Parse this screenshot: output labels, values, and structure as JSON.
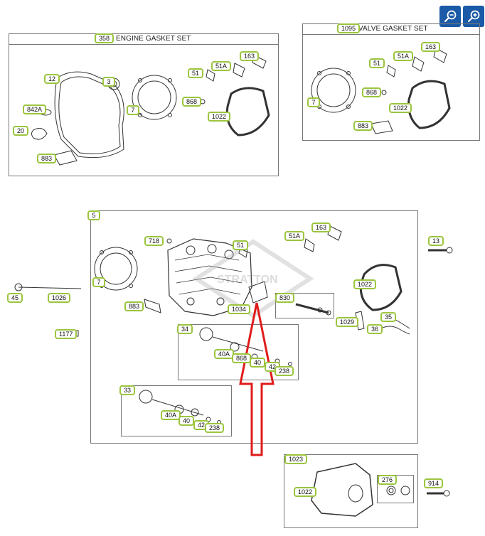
{
  "toolbar": {
    "zoom_out_icon": "zoom-out-icon",
    "zoom_in_icon": "zoom-in-icon",
    "accent_color": "#1a5aa6"
  },
  "diagram": {
    "badge_border_color": "#9bc53d",
    "arrow_color": "#e01b1b",
    "engine_gasket_set": {
      "number": "358",
      "title": "ENGINE GASKET SET"
    },
    "valve_gasket_set": {
      "number": "1095",
      "title": "VALVE GASKET SET"
    },
    "watermark": "STRATTON",
    "callouts": [
      "358",
      "12",
      "3",
      "842A",
      "20",
      "7",
      "868",
      "51",
      "51A",
      "163",
      "1022",
      "883",
      "1095",
      "163",
      "51",
      "51A",
      "868",
      "7",
      "1022",
      "883",
      "5",
      "718",
      "51",
      "51A",
      "163",
      "13",
      "7",
      "45",
      "1026",
      "883",
      "1034",
      "830",
      "1022",
      "1029",
      "35",
      "36",
      "1177",
      "34",
      "40A",
      "868",
      "40",
      "42",
      "238",
      "33",
      "40A",
      "40",
      "42",
      "238",
      "1023",
      "276",
      "914",
      "1022"
    ]
  }
}
